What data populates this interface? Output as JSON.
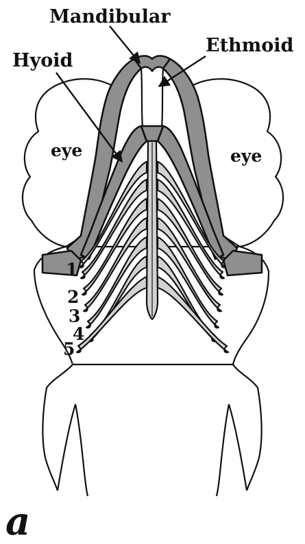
{
  "labels": {
    "mandibular": "Mandibular",
    "ethmoid": "Ethmoid",
    "hyoid": "Hyoid",
    "eye_left": "eye",
    "eye_right": "eye"
  },
  "arch_numbers": [
    "1",
    "2",
    "3",
    "4",
    "5"
  ],
  "panel_letter": "a",
  "colors": {
    "dark_cartilage": "#8f8f8f",
    "light_cartilage": "#d2d2d2",
    "outline": "#111111",
    "background": "#ffffff"
  }
}
